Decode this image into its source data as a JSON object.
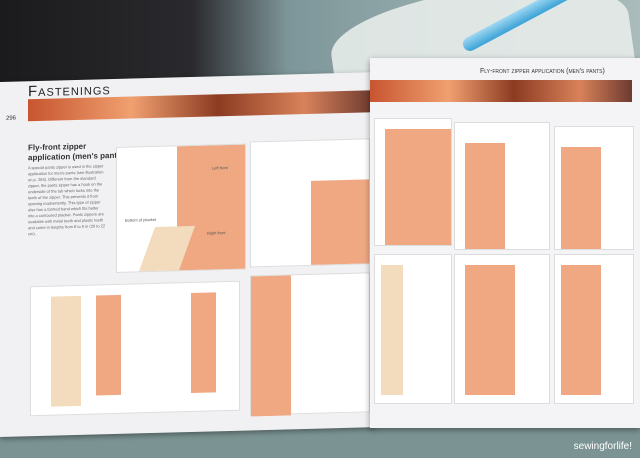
{
  "book": {
    "left_page": {
      "section_title": "Fastenings",
      "page_number": "296",
      "heading": "Fly-front zipper application (men's pants)",
      "intro": "A special pants zipper is used in the zipper application for men's pants (see illustration on p. 284). Different from the standard zipper, the pants zipper has a hook on the underside of the tab which locks into the teeth of the zipper. This prevents it from opening inadvertently. This type of zipper also has a formed band which fits better into a contoured placket. Pants zippers are available with metal teeth and plastic teeth and come in lengths from 8 to 9 in (20 to 22 cm).",
      "diagram_labels": {
        "left_front": "Left front",
        "right_front": "Right front",
        "placket": "Bottom of placket"
      }
    },
    "right_page": {
      "running_title": "Fly-front zipper application (men's pants)"
    }
  },
  "watermark": "sewingforlife!"
}
